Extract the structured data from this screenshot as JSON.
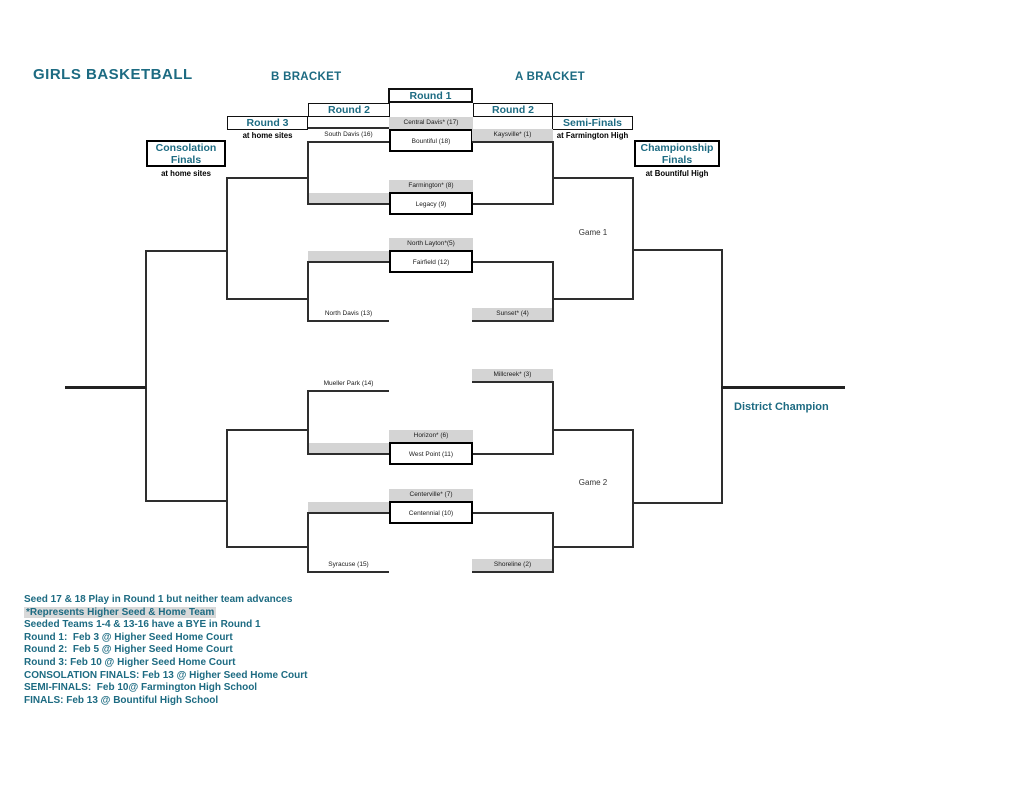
{
  "title": "GIRLS BASKETBALL",
  "bracket_labels": {
    "b": "B BRACKET",
    "a": "A BRACKET"
  },
  "headers": {
    "round1": "Round 1",
    "round2_a": "Round 2",
    "round2_b": "Round 2",
    "round3": "Round 3",
    "round3_sub": "at home sites",
    "semifinals": "Semi-Finals",
    "semifinals_sub": "at Farmington High",
    "consolation": {
      "line1": "Consolation",
      "line2": "Finals",
      "sub": "at home sites"
    },
    "championship": {
      "line1": "Championship",
      "line2": "Finals",
      "sub": "at Bountiful High"
    }
  },
  "round1_matches": [
    {
      "top": "Central Davis* (17)",
      "bottom": "Bountiful (18)"
    },
    {
      "top": "Farmington* (8)",
      "bottom": "Legacy (9)"
    },
    {
      "top": "North Layton*(5)",
      "bottom": "Fairfield (12)"
    },
    {
      "top": "Horizon* (6)",
      "bottom": "West Point (11)"
    },
    {
      "top": "Centerville* (7)",
      "bottom": "Centennial (10)"
    }
  ],
  "a_bracket_teams": [
    "Kaysville* (1)",
    "Sunset* (4)",
    "Millcreek* (3)",
    "Shoreline (2)"
  ],
  "b_bracket_teams": [
    "South Davis (16)",
    "North Davis (13)",
    "Mueller Park (14)",
    "Syracuse (15)"
  ],
  "game_labels": {
    "game1": "Game 1",
    "game2": "Game 2"
  },
  "district_champion_label": "District Champion",
  "notes": [
    "Seed 17 & 18 Play in Round 1 but neither team advances",
    "*Represents Higher Seed & Home Team",
    "Seeded Teams 1-4 & 13-16 have a BYE in Round 1",
    "Round 1:  Feb 3 @ Higher Seed Home Court",
    "Round 2:  Feb 5 @ Higher Seed Home Court",
    "Round 3: Feb 10 @ Higher Seed Home Court",
    "CONSOLATION FINALS: Feb 13 @ Higher Seed Home Court",
    "SEMI-FINALS:  Feb 10@ Farmington High School",
    "FINALS: Feb 13 @ Bountiful High School"
  ],
  "colors": {
    "teal": "#1d6b82",
    "gray_fill": "#d4d4d4",
    "line": "#2e2e2e"
  }
}
